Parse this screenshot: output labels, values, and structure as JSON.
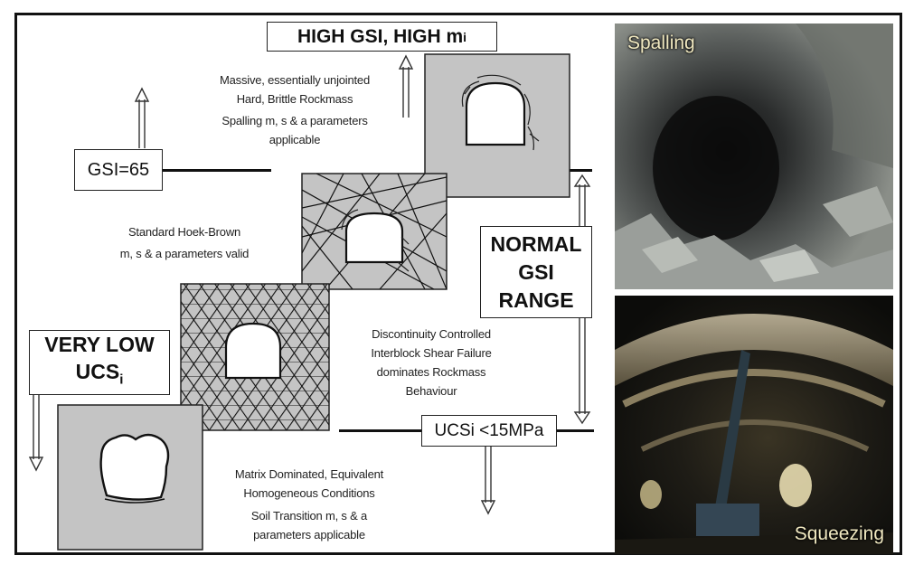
{
  "title": "HIGH GSI, HIGH m",
  "title_sub": "i",
  "gsi_label": "GSI=65",
  "ucs_label": "UCSi <15MPa",
  "normal_range": [
    "NORMAL",
    "GSI",
    "RANGE"
  ],
  "very_low": "VERY LOW",
  "very_low_ucs": "UCS",
  "very_low_ucs_sub": "i",
  "massive_notes": [
    "Massive, essentially unjointed",
    "Hard, Brittle Rockmass",
    "Spalling m, s & a parameters",
    "applicable"
  ],
  "standard_notes": [
    "Standard Hoek-Brown",
    "m, s & a parameters valid"
  ],
  "discontinuity_notes": [
    "Discontinuity Controlled",
    "Interblock Shear Failure",
    "dominates Rockmass",
    "Behaviour"
  ],
  "matrix_notes": [
    "Matrix Dominated, Equivalent",
    "Homogeneous Conditions",
    "Soil Transition m, s & a",
    "parameters applicable"
  ],
  "photo_top_label": "Spalling",
  "photo_bottom_label": "Squeezing",
  "colors": {
    "panel_gray": "#c4c4c4",
    "line": "#111111",
    "photo_label": "#f0e8c0"
  }
}
